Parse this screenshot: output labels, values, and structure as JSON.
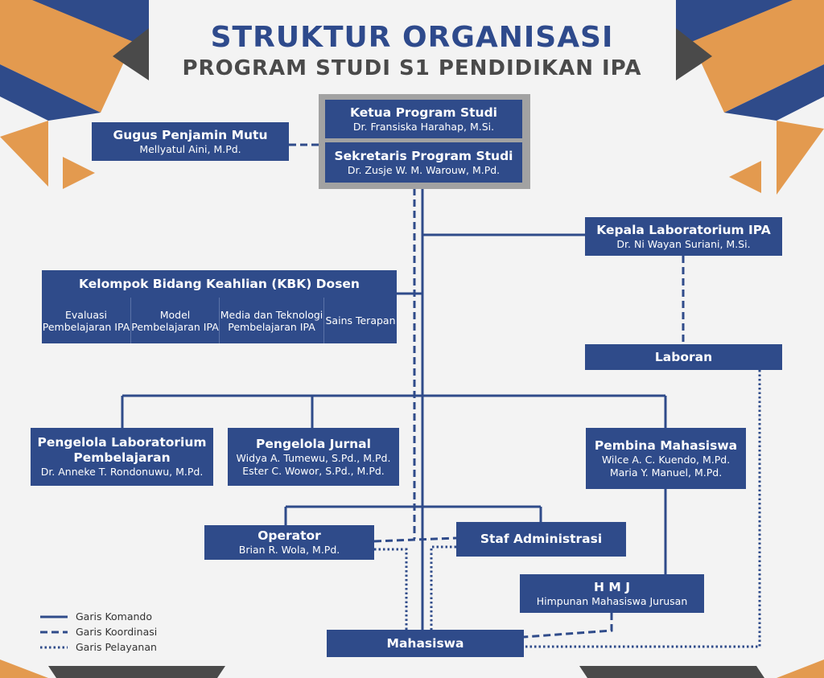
{
  "header": {
    "title": "STRUKTUR ORGANISASI",
    "subtitle": "PROGRAM STUDI S1 PENDIDIKAN IPA"
  },
  "units": {
    "ketua": {
      "title": "Ketua Program Studi",
      "names": "Dr. Fransiska Harahap, M.Si."
    },
    "sekretaris": {
      "title": "Sekretaris Program Studi",
      "names": "Dr. Zusje W. M. Warouw, M.Pd."
    },
    "gugus": {
      "title": "Gugus Penjamin Mutu",
      "names": "Mellyatul Aini, M.Pd."
    },
    "kepala_lab": {
      "title": "Kepala Laboratorium IPA",
      "names": "Dr. Ni Wayan Suriani, M.Si."
    },
    "kbk": {
      "title": "Kelompok Bidang Keahlian (KBK) Dosen",
      "items": [
        "Evaluasi Pembelajaran IPA",
        "Model Pembelajaran IPA",
        "Media dan Teknologi Pembelajaran IPA",
        "Sains Terapan"
      ]
    },
    "laboran": {
      "title": "Laboran"
    },
    "pengelola_lab": {
      "title": "Pengelola Laboratorium Pembelajaran",
      "names": "Dr. Anneke T. Rondonuwu, M.Pd."
    },
    "pengelola_jurnal": {
      "title": "Pengelola Jurnal",
      "names_1": "Widya A. Tumewu, S.Pd., M.Pd.",
      "names_2": "Ester C. Wowor, S.Pd., M.Pd."
    },
    "pembina": {
      "title": "Pembina Mahasiswa",
      "names_1": "Wilce A. C. Kuendo, M.Pd.",
      "names_2": "Maria Y. Manuel, M.Pd."
    },
    "operator": {
      "title": "Operator",
      "names": "Brian R. Wola, M.Pd."
    },
    "staf": {
      "title": "Staf Administrasi"
    },
    "hmj": {
      "title": "H M J",
      "names": "Himpunan Mahasiswa Jurusan"
    },
    "mahasiswa": {
      "title": "Mahasiswa"
    }
  },
  "legend": {
    "komando": "Garis Komando",
    "koordinasi": "Garis Koordinasi",
    "pelayanan": "Garis Pelayanan"
  },
  "colors": {
    "navy": "#2f4b8a",
    "orange": "#e39a4f",
    "dark_gray": "#4a4a4a",
    "light_gray": "#a2a2a2"
  }
}
